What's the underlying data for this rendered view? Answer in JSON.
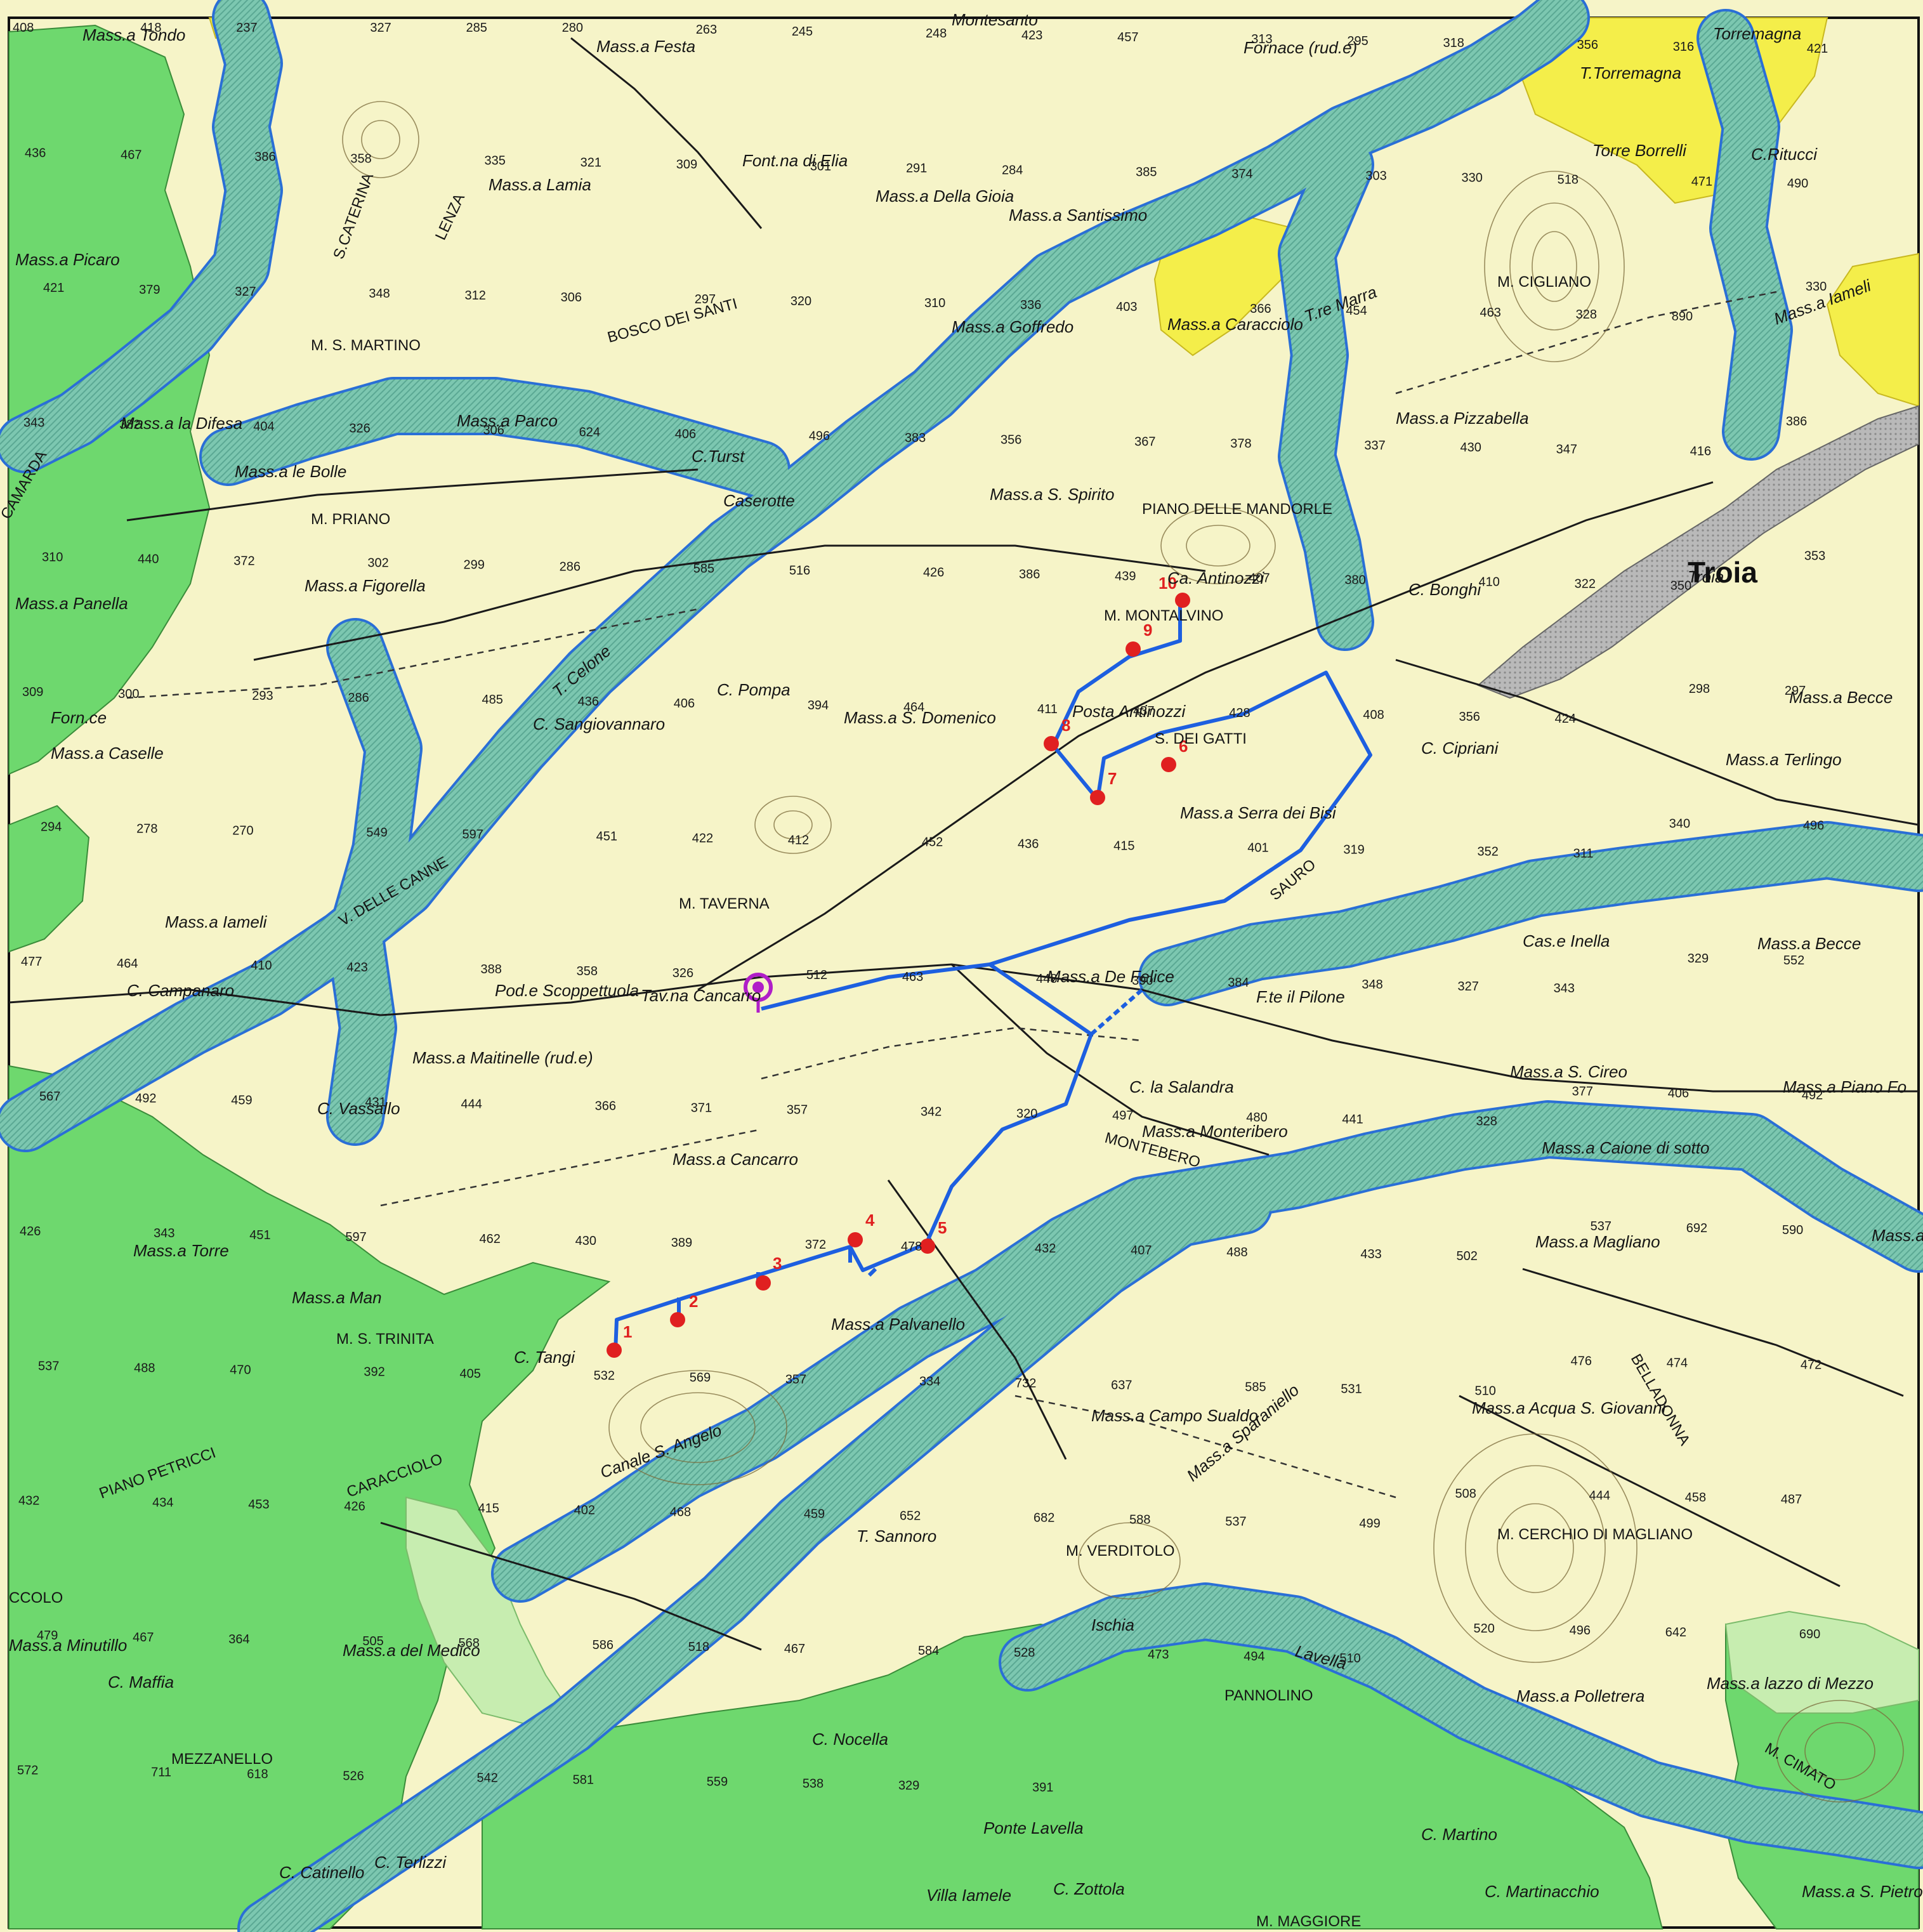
{
  "colors": {
    "paper": "#f6f4c8",
    "forest": "#6ed86e",
    "forest_light": "#c7edb0",
    "cultivated": "#f4ee4a",
    "urban": "#b9b9b9",
    "river_buffer": "#7cc7b0",
    "river_outline": "#2a6fd6",
    "route": "#1d5fe0",
    "waypoint": "#e02020",
    "waypoint_label": "#e02020",
    "start_marker": "#b01ec8",
    "ink": "#151515"
  },
  "map": {
    "town": "Troia",
    "start_marker_icon": "map-pin-icon"
  },
  "waypoints": [
    "1",
    "2",
    "3",
    "4",
    "5",
    "6",
    "7",
    "8",
    "9",
    "10"
  ],
  "place_names": [
    "Mass.a Tondo",
    "Mass.a Festa",
    "Montesanto",
    "Fornace (rud.e)",
    "T.Torremagna",
    "Torremagna",
    "Torre Borrelli",
    "C.Ritucci",
    "Font.na di Elia",
    "Mass.a Della Gioia",
    "Mass.a Lamia",
    "Mass.a Santissimo",
    "M. CIGLIANO",
    "Mass.a Picaro",
    "S.CATERINA",
    "M. S. MARTINO",
    "BOSCO DEI SANTI",
    "Mass.a Goffredo",
    "Mass.a Caracciolo",
    "T.re Marra",
    "Mass.a Iameli",
    "Mass.a la Difesa",
    "Mass.a Parco",
    "Mass.a le Bolle",
    "C.Turst",
    "Mass.a Pizzabella",
    "M. PRIANO",
    "Caserotte",
    "Mass.a S. Spirito",
    "PIANO DELLE MANDORLE",
    "Mass.a Figorella",
    "Ca. Antinozzi",
    "C. Bonghi",
    "Troia",
    "Mass.a Panella",
    "M. MONTALVINO",
    "T. Celone",
    "C. Pompa",
    "Mass.a S. Domenico",
    "C. Sangiovannaro",
    "Posta Antinozzi",
    "S. DEI GATTI",
    "Mass.a Becce",
    "Forn.ce",
    "Mass.a Caselle",
    "C. Cipriani",
    "Mass.a Terlingo",
    "Mass.a Serra dei Bisi",
    "M. TAVERNA",
    "Mass.a Iameli",
    "C. Campanaro",
    "Pod.e Scoppettuola",
    "Tav.na Cancarro",
    "Mass.a De Felice",
    "F.te il Pilone",
    "Cas.e Inella",
    "Mass.a Becce",
    "Mass.a Maitinelle (rud.e)",
    "C. la Salandra",
    "Mass.a S. Cireo",
    "Mass.a Piano Fo",
    "C. Vassallo",
    "Mass.a Monteribero",
    "Mass.a Caione di sotto",
    "Mass.a Cancarro",
    "Mass.a Torre",
    "Mass.a Magliano",
    "Mass.a Man",
    "M. S. TRINITA",
    "C. Tangi",
    "Mass.a Palvanello",
    "Mass.a Acqua S. Giovanni",
    "PIANO PETRICCI",
    "Canale S. Angelo",
    "Mass.a Campo Sualdo",
    "Mass.a Sparaniello",
    "M. CERCHIO DI MAGLIANO",
    "T. Sannoro",
    "M. VERDITOLO",
    "CCOLO",
    "Mass.a Minutillo",
    "C. Maffia",
    "Mass.a del Medico",
    "Ischia",
    "Lavella",
    "PANNOLINO",
    "Mass.a Polletrera",
    "Mass.a lazzo di Mezzo",
    "M. CIMATO",
    "MEZZANELLO",
    "C. Nocella",
    "Ponte Lavella",
    "C. Martino",
    "C. Terlizzi",
    "C. Catinello",
    "Villa Iamele",
    "C. Zottola",
    "C. Martinacchio",
    "M. MAGGIORE",
    "Mass.a S. Pietro",
    "BELLADONNA",
    "Mass.a Pe",
    "CARACCIOLO",
    "LENZA",
    "V. DELLE CANNE",
    "MONTEBERO",
    "SAURO",
    "CAMARDA"
  ],
  "elevations": [
    "408",
    "418",
    "237",
    "327",
    "285",
    "280",
    "263",
    "245",
    "248",
    "423",
    "457",
    "313",
    "295",
    "318",
    "356",
    "316",
    "421",
    "436",
    "467",
    "386",
    "358",
    "335",
    "321",
    "309",
    "301",
    "291",
    "284",
    "385",
    "374",
    "303",
    "330",
    "518",
    "471",
    "490",
    "421",
    "379",
    "327",
    "348",
    "312",
    "306",
    "297",
    "320",
    "310",
    "336",
    "403",
    "366",
    "454",
    "463",
    "328",
    "890",
    "330",
    "343",
    "382",
    "404",
    "326",
    "306",
    "624",
    "406",
    "496",
    "383",
    "356",
    "367",
    "378",
    "337",
    "430",
    "347",
    "416",
    "386",
    "310",
    "440",
    "372",
    "302",
    "299",
    "286",
    "585",
    "516",
    "426",
    "386",
    "439",
    "407",
    "380",
    "410",
    "322",
    "350",
    "353",
    "309",
    "300",
    "293",
    "286",
    "485",
    "436",
    "406",
    "394",
    "464",
    "411",
    "437",
    "428",
    "408",
    "356",
    "424",
    "298",
    "297",
    "294",
    "278",
    "270",
    "549",
    "597",
    "451",
    "422",
    "412",
    "452",
    "436",
    "415",
    "401",
    "319",
    "352",
    "311",
    "340",
    "496",
    "477",
    "464",
    "410",
    "423",
    "388",
    "358",
    "326",
    "512",
    "463",
    "448",
    "390",
    "384",
    "348",
    "327",
    "343",
    "329",
    "552",
    "567",
    "492",
    "459",
    "431",
    "444",
    "366",
    "371",
    "357",
    "342",
    "320",
    "497",
    "480",
    "441",
    "328",
    "377",
    "406",
    "492",
    "426",
    "343",
    "451",
    "597",
    "462",
    "430",
    "389",
    "372",
    "478",
    "432",
    "407",
    "488",
    "433",
    "502",
    "537",
    "692",
    "590",
    "537",
    "488",
    "470",
    "392",
    "405",
    "532",
    "569",
    "357",
    "334",
    "732",
    "637",
    "585",
    "531",
    "510",
    "476",
    "474",
    "472",
    "432",
    "434",
    "453",
    "426",
    "415",
    "402",
    "468",
    "459",
    "652",
    "682",
    "588",
    "537",
    "499",
    "508",
    "444",
    "458",
    "487",
    "479",
    "467",
    "364",
    "505",
    "568",
    "586",
    "518",
    "467",
    "584",
    "528",
    "473",
    "494",
    "510",
    "520",
    "496",
    "642",
    "690",
    "572",
    "711",
    "618",
    "526",
    "542",
    "581",
    "559",
    "538",
    "329",
    "391"
  ]
}
